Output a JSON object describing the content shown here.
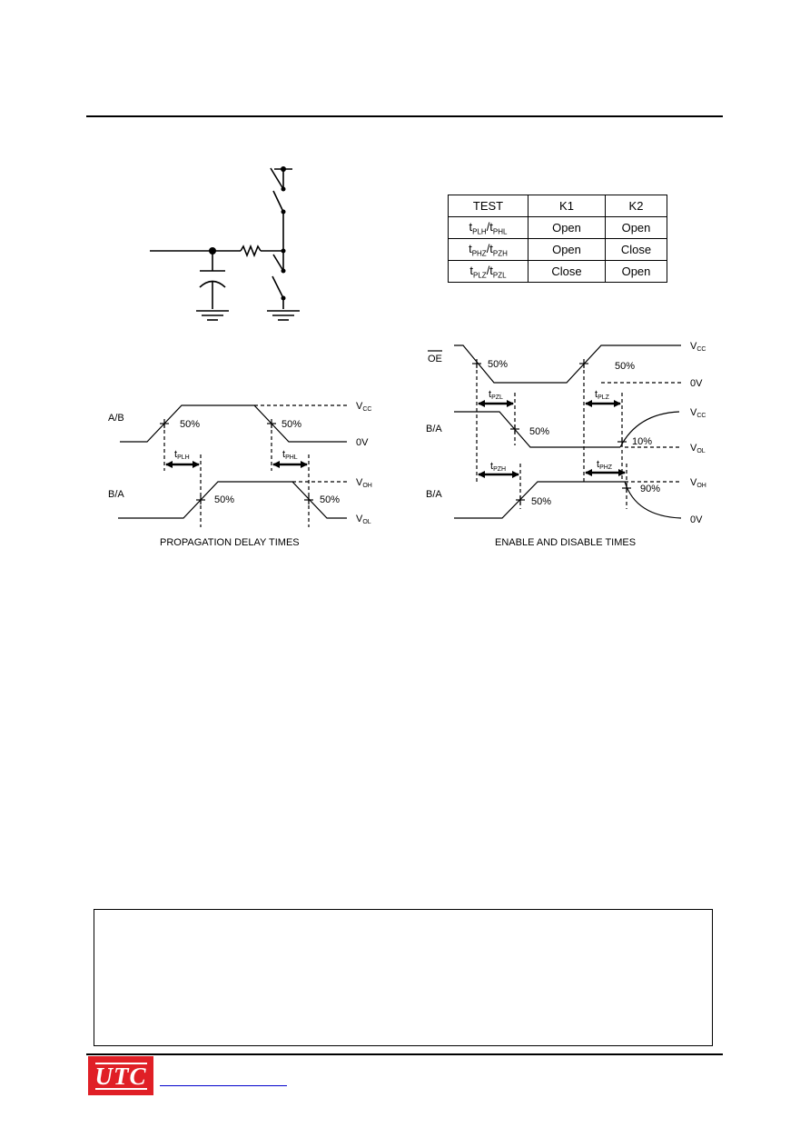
{
  "table": {
    "headers": [
      "TEST",
      "K1",
      "K2"
    ],
    "rows": [
      {
        "test": [
          "t",
          "PLH",
          "/t",
          "PHL"
        ],
        "k1": "Open",
        "k2": "Open"
      },
      {
        "test": [
          "t",
          "PHZ",
          "/t",
          "PZH"
        ],
        "k1": "Open",
        "k2": "Close"
      },
      {
        "test": [
          "t",
          "PLZ",
          "/t",
          "PZL"
        ],
        "k1": "Close",
        "k2": "Open"
      }
    ]
  },
  "propagation": {
    "caption": "PROPAGATION DELAY TIMES",
    "in_label": "A/B",
    "out_label": "B/A",
    "pct": "50%",
    "vcc": [
      "V",
      "CC"
    ],
    "zero": "0V",
    "voh": [
      "V",
      "OH"
    ],
    "vol": [
      "V",
      "OL"
    ],
    "tplh": [
      "t",
      "PLH"
    ],
    "tphl": [
      "t",
      "PHL"
    ]
  },
  "enable": {
    "caption": "ENABLE AND DISABLE TIMES",
    "oe_label": "OE",
    "ba1_label": "B/A",
    "ba2_label": "B/A",
    "pct50": "50%",
    "pct10": "10%",
    "pct90": "90%",
    "vcc": [
      "V",
      "CC"
    ],
    "zero": "0V",
    "vcc2": [
      "V",
      "CC"
    ],
    "vol": [
      "V",
      "OL"
    ],
    "voh": [
      "V",
      "OH"
    ],
    "zero2": "0V",
    "tpzl": [
      "t",
      "PZL"
    ],
    "tplz": [
      "t",
      "PLZ"
    ],
    "tpzh": [
      "t",
      "PZH"
    ],
    "tphz": [
      "t",
      "PHZ"
    ]
  },
  "logo": {
    "text": "UTC"
  }
}
